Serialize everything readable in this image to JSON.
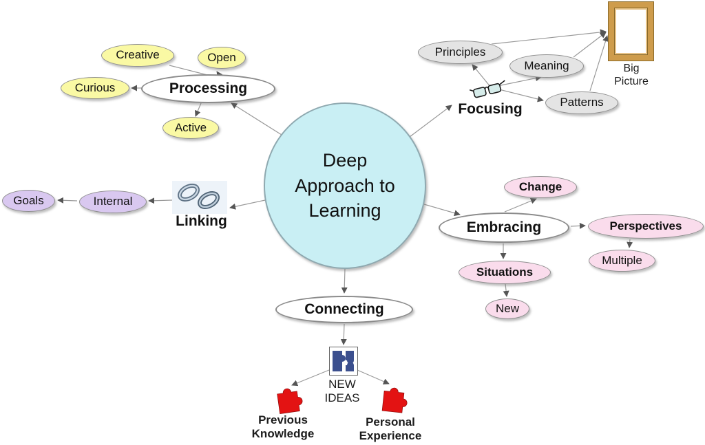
{
  "center": {
    "label": "Deep Approach to Learning"
  },
  "branches": {
    "processing": {
      "label": "Processing",
      "children": {
        "creative": "Creative",
        "open": "Open",
        "curious": "Curious",
        "active": "Active"
      }
    },
    "focusing": {
      "label": "Focusing",
      "icon": "glasses-icon",
      "children": {
        "principles": "Principles",
        "meaning": "Meaning",
        "patterns": "Patterns",
        "big_picture": "Big Picture"
      }
    },
    "linking": {
      "label": "Linking",
      "icon": "chain-link-icon",
      "children": {
        "internal": "Internal",
        "goals": "Goals"
      }
    },
    "embracing": {
      "label": "Embracing",
      "children": {
        "change": "Change",
        "perspectives": "Perspectives",
        "multiple": "Multiple",
        "situations": "Situations",
        "new": "New"
      }
    },
    "connecting": {
      "label": "Connecting",
      "icon": "puzzle-icon",
      "children": {
        "new_ideas": "NEW IDEAS",
        "previous_knowledge": "Previous Knowledge",
        "personal_experience": "Personal Experience"
      }
    }
  },
  "colors": {
    "center_fill": "#C9EFF4",
    "main_topic_fill": "#FFFFFF",
    "processing_child_fill": "#FAF9A4",
    "focusing_child_fill": "#E4E4E4",
    "linking_child_fill": "#D9C8F0",
    "embracing_child_fill": "#FADCEC",
    "connector": "#999999",
    "arrowhead": "#555555",
    "red_puzzle": "#E31313",
    "blue_puzzle": "#3B4F8E",
    "frame_wood": "#CE9C4C"
  }
}
